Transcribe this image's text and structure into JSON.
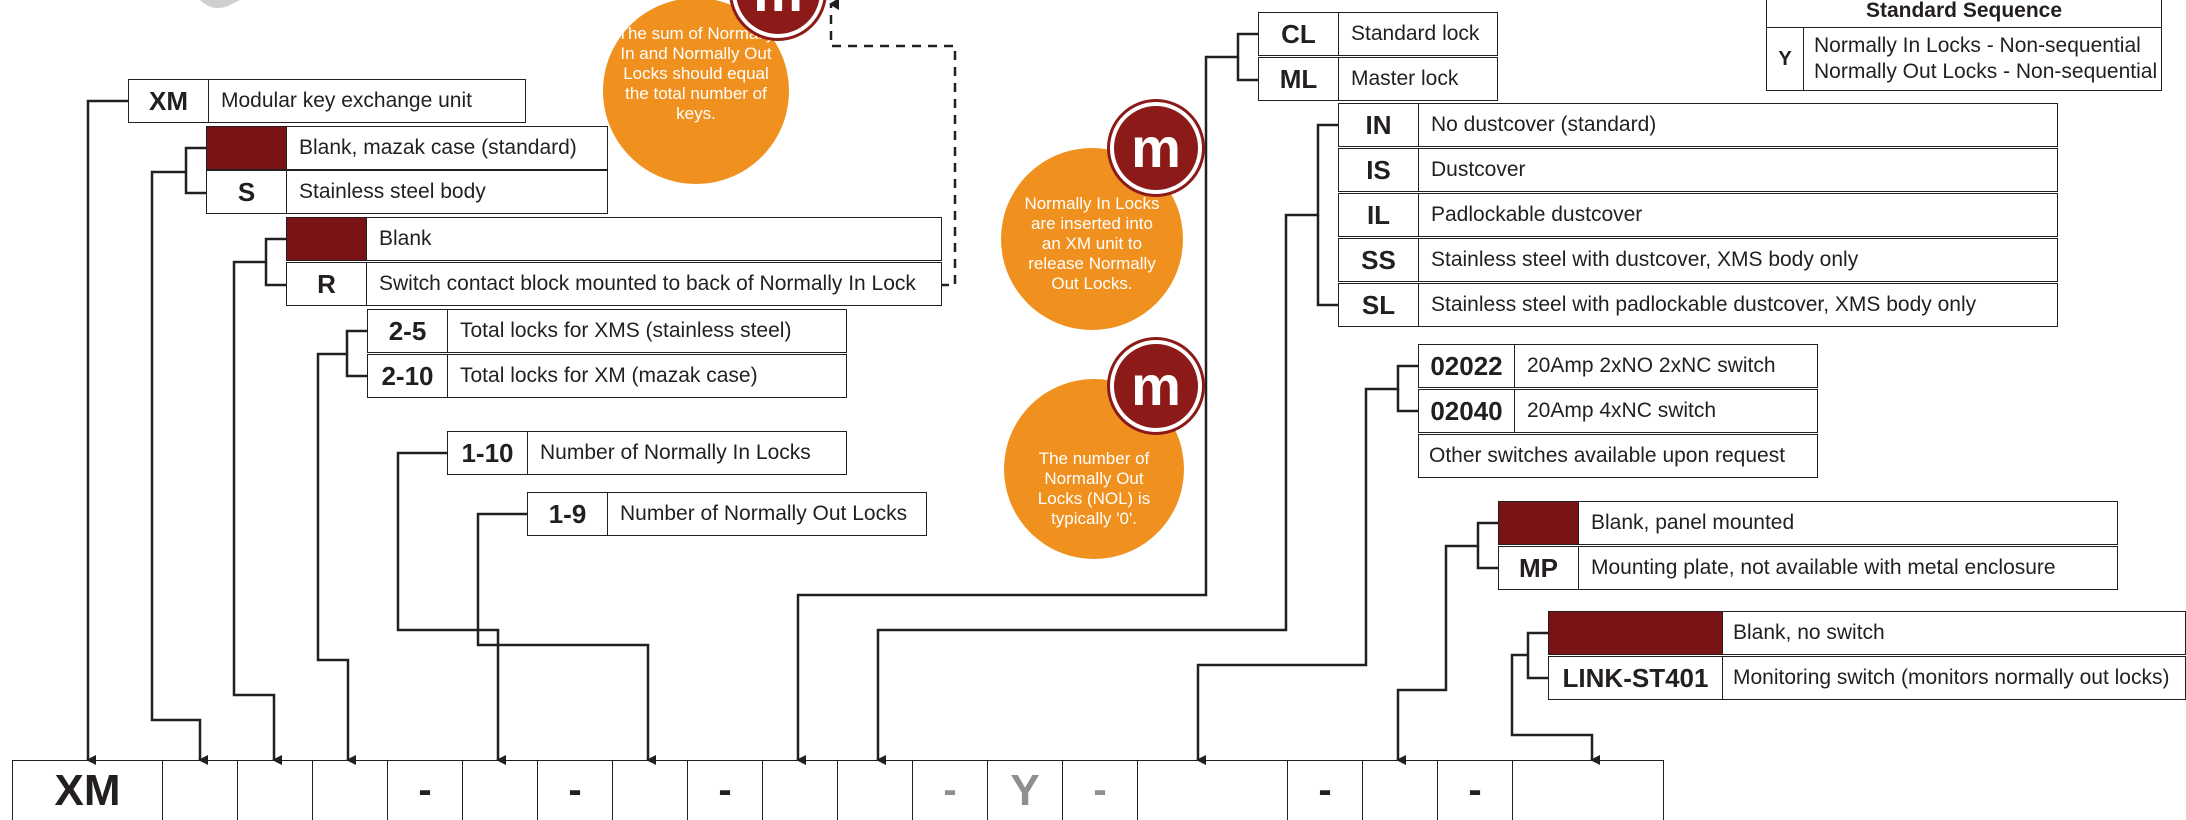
{
  "options": {
    "xm": {
      "code": "XM",
      "desc": "Modular key exchange unit"
    },
    "body_blank": {
      "code": "",
      "desc": "Blank, mazak case (standard)"
    },
    "body_s": {
      "code": "S",
      "desc": "Stainless steel body"
    },
    "contact_blank": {
      "code": "",
      "desc": "Blank"
    },
    "contact_r": {
      "code": "R",
      "desc": "Switch contact block mounted to back of Normally In Lock"
    },
    "total_xms": {
      "code": "2-5",
      "desc": "Total locks for XMS (stainless steel)"
    },
    "total_xm": {
      "code": "2-10",
      "desc": "Total locks for XM (mazak case)"
    },
    "nil": {
      "code": "1-10",
      "desc": "Number of Normally In Locks"
    },
    "nol": {
      "code": "1-9",
      "desc": "Number of Normally Out Locks"
    },
    "cl": {
      "code": "CL",
      "desc": "Standard lock"
    },
    "ml": {
      "code": "ML",
      "desc": "Master lock"
    },
    "in": {
      "code": "IN",
      "desc": "No dustcover (standard)"
    },
    "is": {
      "code": "IS",
      "desc": "Dustcover"
    },
    "il": {
      "code": "IL",
      "desc": "Padlockable dustcover"
    },
    "ss": {
      "code": "SS",
      "desc": "Stainless steel with dustcover, XMS body only"
    },
    "sl": {
      "code": "SL",
      "desc": "Stainless steel with padlockable dustcover, XMS body only"
    },
    "sw1": {
      "code": "02022",
      "desc": "20Amp 2xNO 2xNC switch"
    },
    "sw2": {
      "code": "02040",
      "desc": "20Amp 4xNC switch"
    },
    "sw_other": {
      "desc": "Other switches available upon request"
    },
    "mount_blank": {
      "code": "",
      "desc": "Blank, panel mounted"
    },
    "mount_mp": {
      "code": "MP",
      "desc": "Mounting plate, not available with metal enclosure"
    },
    "link_blank": {
      "code": "",
      "desc": "Blank, no switch"
    },
    "link": {
      "code": "LINK-ST401",
      "desc": "Monitoring switch (monitors normally out locks)"
    }
  },
  "sequence_table": {
    "title": "Standard Sequence",
    "code": "Y",
    "line1": "Normally In Locks - Non-sequential",
    "line2": "Normally Out Locks - Non-sequential"
  },
  "notes": {
    "badge_letter": "m",
    "note1": "The sum of Normally In and Normally Out Locks should equal the total number of keys.",
    "note2": "Normally In Locks are inserted into an XM unit to release Normally Out Locks.",
    "note3": "The number of Normally Out Locks (NOL) is typically '0'."
  },
  "code_bar": [
    "XM",
    "",
    "",
    "",
    "-",
    "",
    "-",
    "",
    "-",
    "",
    "",
    "-",
    "Y",
    "-",
    "",
    "-",
    "",
    "-",
    ""
  ],
  "colors": {
    "blank_fill": "#7a1315",
    "note_orange": "#f0901e",
    "badge_red": "#8b1a18",
    "grey_text": "#8f8f8f"
  }
}
